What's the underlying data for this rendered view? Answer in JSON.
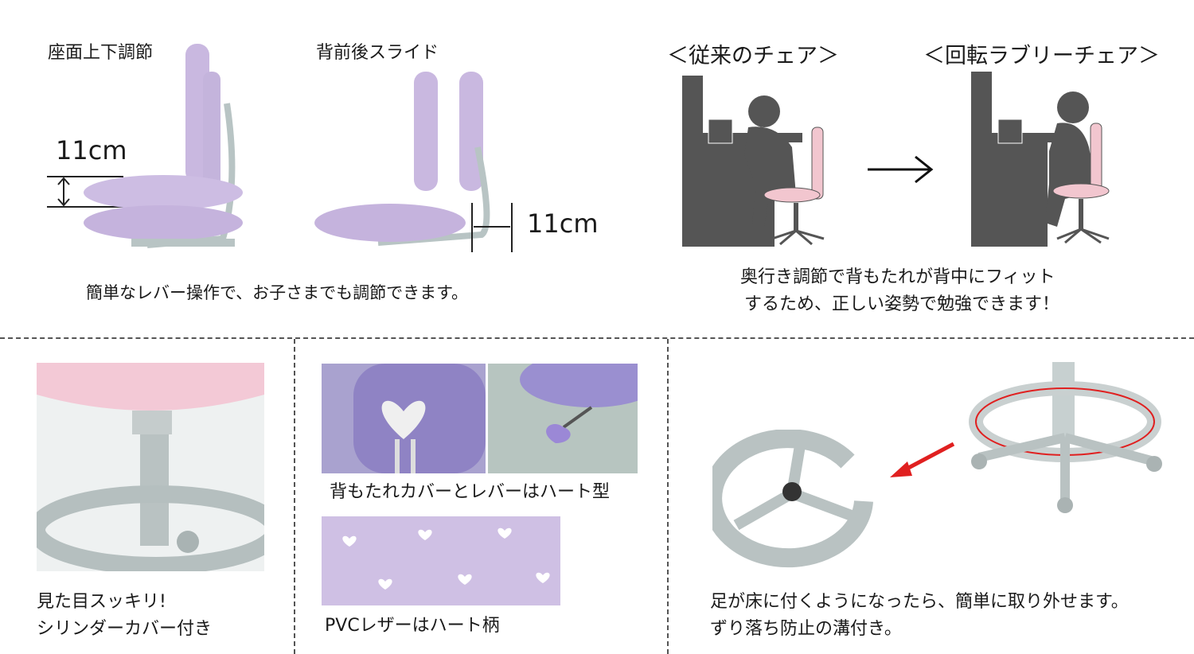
{
  "seat_height": {
    "title": "座面上下調節",
    "measure": "11cm"
  },
  "back_slide": {
    "title": "背前後スライド",
    "measure": "11cm"
  },
  "lever_caption": "簡単なレバー操作で、お子さまでも調節できます。",
  "comparison": {
    "left_title": "＜従来のチェア＞",
    "right_title": "＜回転ラブリーチェア＞",
    "caption_line1": "奥行き調節で背もたれが背中にフィット",
    "caption_line2": "するため、正しい姿勢で勉強できます！"
  },
  "cylinder": {
    "line1": "見た目スッキリ!",
    "line2": "シリンダーカバー付き"
  },
  "heart": {
    "caption": "背もたれカバーとレバーはハート型",
    "pvc_caption": "PVCレザーはハート柄"
  },
  "footrest": {
    "line1": "足が床に付くようになったら、簡単に取り外せます。",
    "line2": "ずり落ち防止の溝付き。"
  },
  "colors": {
    "lavender": "#c9b8e0",
    "pink": "#f2c6cf",
    "gray": "#555555",
    "red": "#e02020"
  }
}
